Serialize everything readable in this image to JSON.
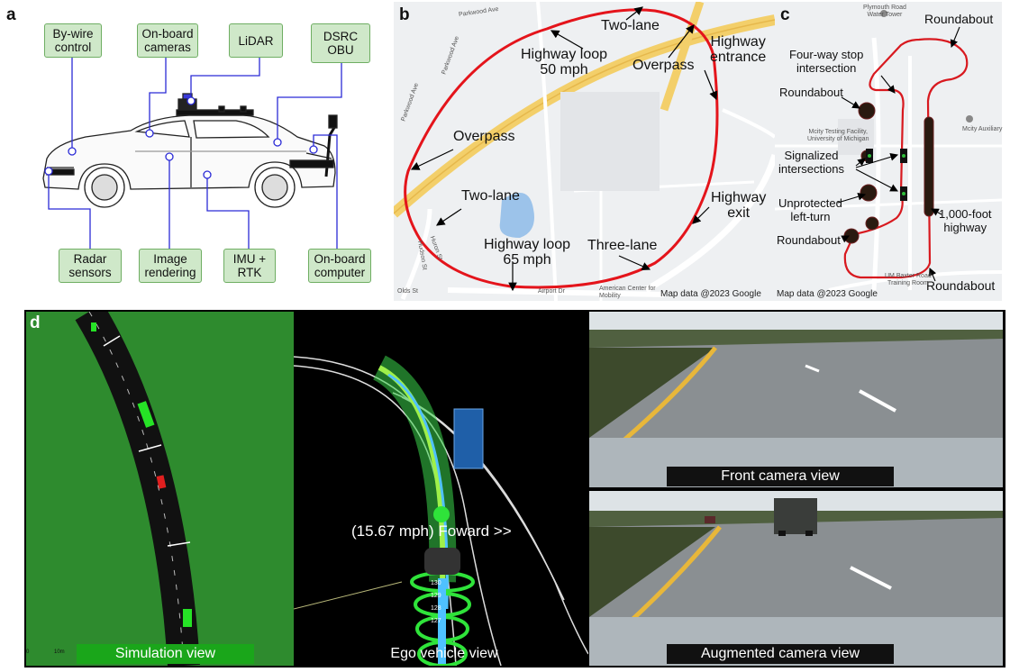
{
  "panel_a": {
    "label": "a",
    "top_boxes": [
      "By-wire\ncontrol",
      "On-board\ncameras",
      "LiDAR",
      "DSRC\nOBU"
    ],
    "bottom_boxes": [
      "Radar\nsensors",
      "Image\nrendering",
      "IMU +\nRTK",
      "On-board\ncomputer"
    ]
  },
  "panel_b": {
    "label": "b",
    "labels": {
      "two_lane_top": "Two-lane",
      "highway_loop_50": "Highway loop\n50 mph",
      "overpass_top": "Overpass",
      "highway_entrance": "Highway\nentrance",
      "overpass_left": "Overpass",
      "two_lane_left": "Two-lane",
      "highway_exit": "Highway\nexit",
      "highway_loop_65": "Highway loop\n65 mph",
      "three_lane": "Three-lane"
    },
    "street_labels": [
      "Parkwood Ave",
      "Parkwood Ave",
      "Parkwood Ave",
      "Huron St",
      "Hudson St",
      "Olds St",
      "Airport Dr",
      "American Center for Mobility"
    ],
    "attribution": "Map data @2023 Google"
  },
  "panel_c": {
    "label": "c",
    "labels": {
      "roundabout_top": "Roundabout",
      "four_way": "Four-way stop\nintersection",
      "roundabout_mid": "Roundabout",
      "signalized": "Signalized\nintersections",
      "unprotected": "Unprotected\nleft-turn",
      "roundabout_low": "Roundabout",
      "thousand_foot": "1,000-foot\nhighway",
      "roundabout_bottom": "Roundabout"
    },
    "place_labels": [
      "Plymouth Road\nWater Tower",
      "Mcity Testing Facility,\nUniversity of Michigan",
      "Mcity Auxiliary",
      "UM Baxter Road\nTraining Room"
    ],
    "attribution": "Map data @2023 Google"
  },
  "panel_d": {
    "label": "d",
    "sim_caption": "Simulation view",
    "scale_zero": "0",
    "scale_label": "10m",
    "ego_caption": "Ego vehicle view",
    "speed_text": "(15.67 mph) Foward >>",
    "ego_numbers": [
      "130",
      "129",
      "128",
      "127"
    ],
    "front_caption": "Front camera view",
    "aug_caption": "Augmented camera view"
  },
  "colors": {
    "box_fill": "#cfe8c9",
    "box_border": "#6fae63",
    "connector": "#2b2bd6",
    "route_b": "#e4141b",
    "route_c": "#d8191f",
    "sim_green": "#2e8b2e",
    "caption_green": "#1aa61a"
  }
}
